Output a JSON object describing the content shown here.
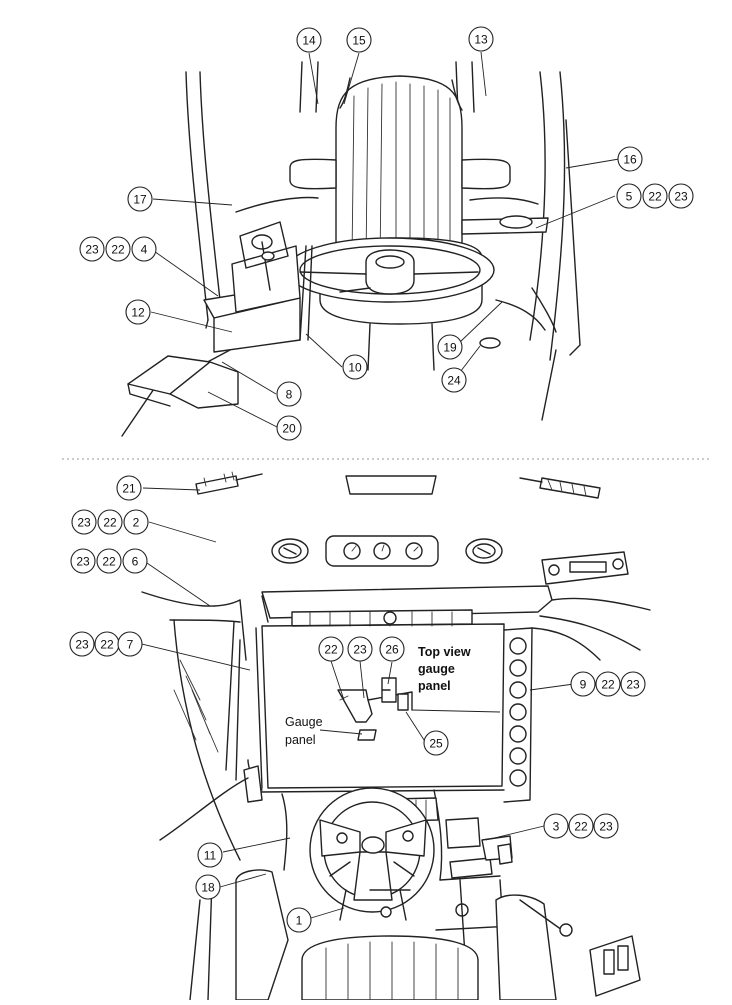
{
  "callouts": {
    "c1": "1",
    "c2": "2",
    "c3": "3",
    "c4": "4",
    "c5": "5",
    "c6": "6",
    "c7": "7",
    "c8": "8",
    "c9": "9",
    "c10": "10",
    "c11": "11",
    "c12": "12",
    "c13": "13",
    "c14": "14",
    "c15": "15",
    "c16": "16",
    "c17": "17",
    "c18": "18",
    "c19": "19",
    "c20": "20",
    "c21": "21",
    "c22": "22",
    "c23": "23",
    "c24": "24",
    "c25": "25",
    "c26": "26"
  },
  "labels": {
    "top_view_line1": "Top view",
    "top_view_line2": "gauge",
    "top_view_line3": "panel",
    "gauge_line1": "Gauge",
    "gauge_line2": "panel"
  }
}
